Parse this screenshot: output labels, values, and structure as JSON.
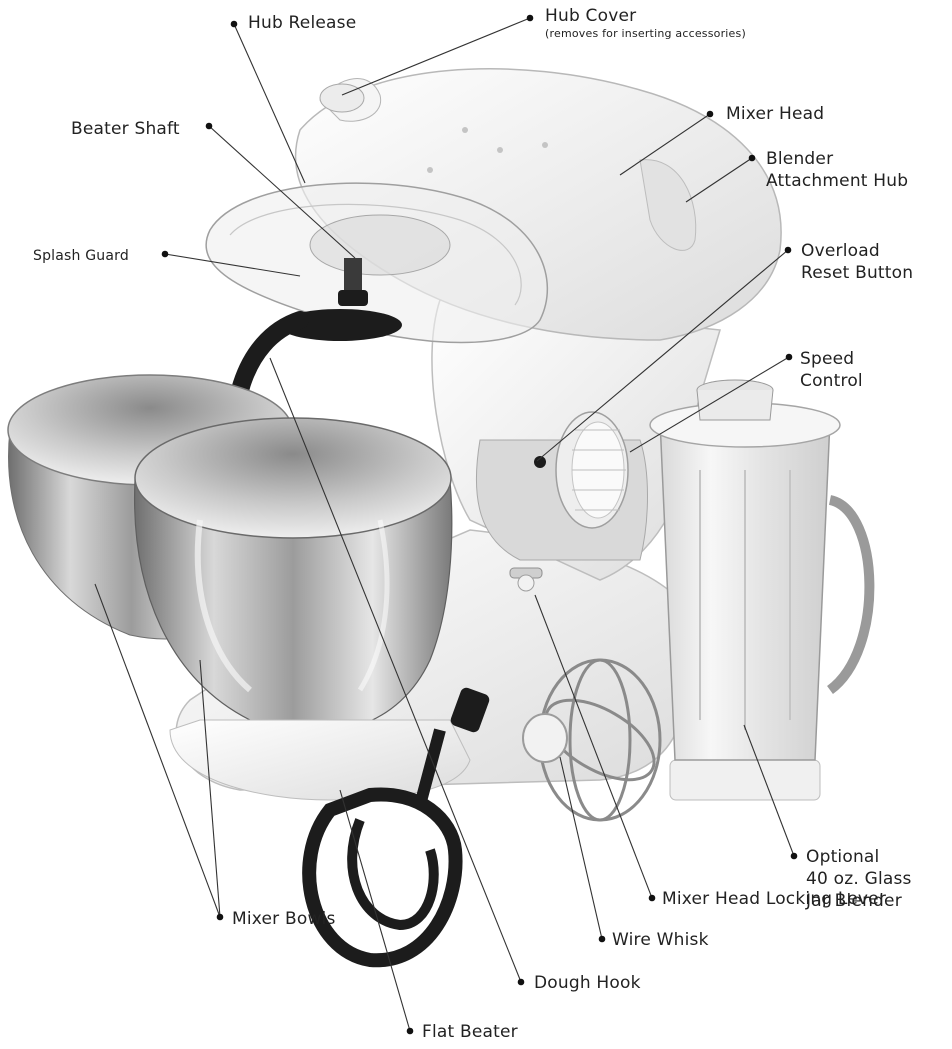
{
  "labels": {
    "hub_release": "Hub Release",
    "hub_cover": "Hub Cover",
    "hub_cover_note": "(removes for inserting accessories)",
    "mixer_head": "Mixer Head",
    "beater_shaft": "Beater Shaft",
    "blender_hub_line1": "Blender",
    "blender_hub_line2": "Attachment Hub",
    "splash_guard": "Splash Guard",
    "overload_line1": "Overload",
    "overload_line2": "Reset Button",
    "speed_line1": "Speed",
    "speed_line2": "Control",
    "blender_line1": "Optional",
    "blender_line2": "40 oz. Glass",
    "blender_line3": "Jar Blender",
    "locking_lever": "Mixer Head Locking Lever",
    "mixer_bowls": "Mixer Bowls",
    "wire_whisk": "Wire Whisk",
    "dough_hook": "Dough Hook",
    "flat_beater": "Flat Beater"
  },
  "colors": {
    "background": "#ffffff",
    "text": "#222222",
    "leader": "#333333",
    "body_white": "#f2f2f2",
    "steel": "#b7b7b7",
    "black_part": "#1c1c1c"
  }
}
